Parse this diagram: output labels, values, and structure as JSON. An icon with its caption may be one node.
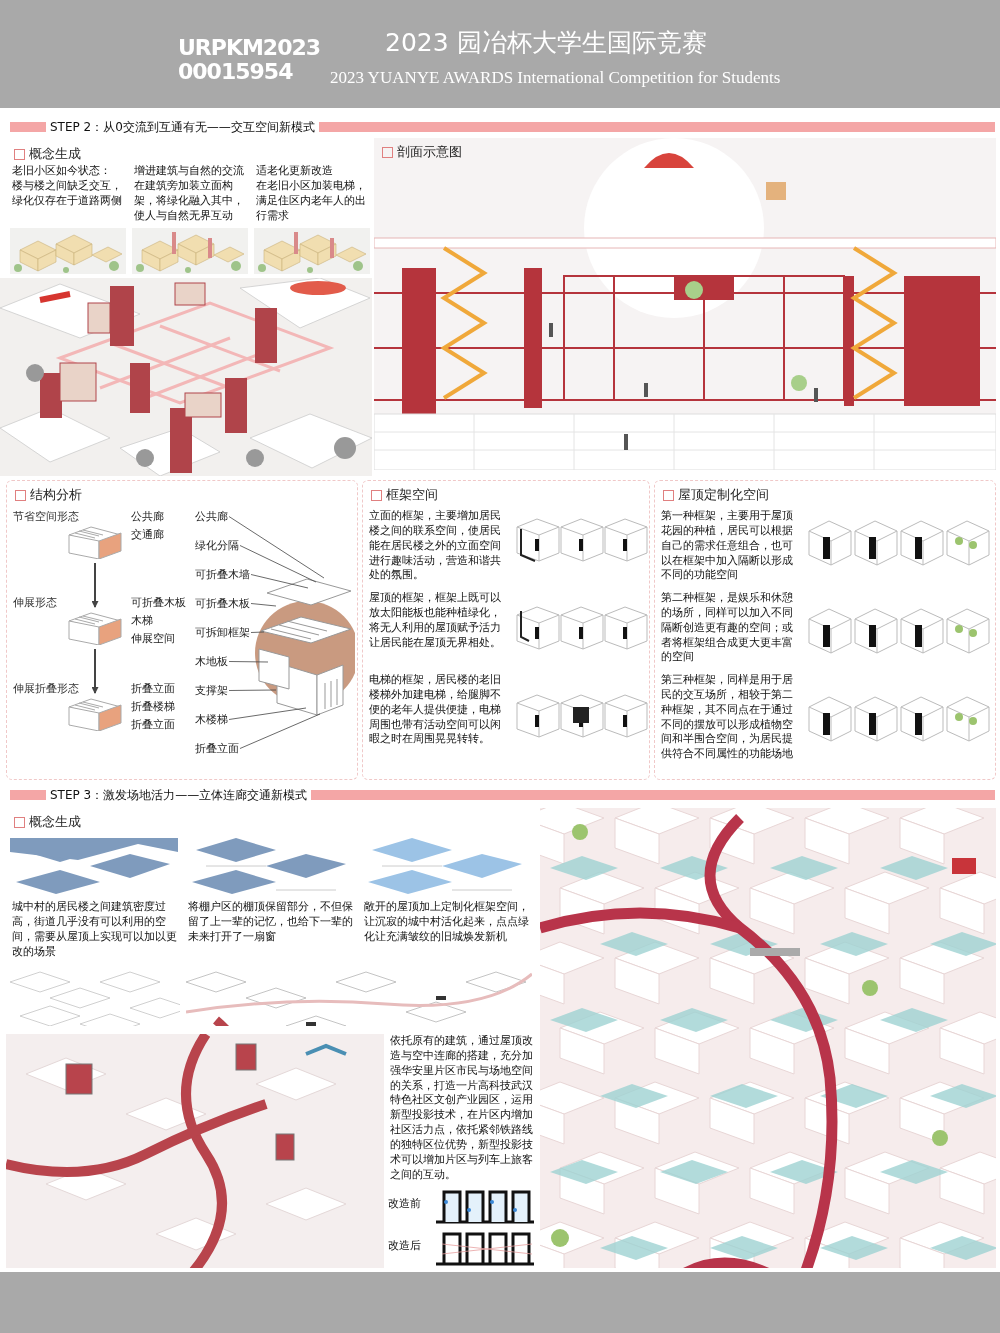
{
  "diagram": {
    "title": "2023 园冶杯大学生国际竞赛",
    "nodes": [
      {
        "text": [
          "STEP 2：从0交流到互通有无——交互空间新模式"
        ]
      },
      {
        "text": [
          "概念生成",
          "老旧小区如今状态：",
          "楼与楼之间缺乏交互，绿化仅存在于道路两侧",
          "增进建筑与自然的交流",
          "在建筑旁加装立面构架，将绿化融入其中，使人与自然无界互动",
          "适老化更新改造",
          "在老旧小区加装电梯，满足住区内老年人的出行需求"
        ]
      },
      {
        "text": [
          "剖面示意图"
        ]
      },
      {
        "text": [
          "结构分析"
        ]
      },
      {
        "text": [
          "节省空间形态"
        ],
        "in": 3,
        "beside": [
          "公共廊",
          "交通廊"
        ]
      },
      {
        "text": [
          "伸展形态"
        ],
        "in": 3,
        "beside": [
          "可折叠木板",
          "木梯",
          "伸展空间"
        ]
      },
      {
        "text": [
          "伸展折叠形态"
        ],
        "in": 3,
        "beside": [
          "折叠立面",
          "折叠楼梯",
          "折叠立面"
        ]
      },
      {
        "text": [
          "公共廊"
        ],
        "in": 3
      },
      {
        "text": [
          "绿化分隔"
        ],
        "in": 3
      },
      {
        "text": [
          "可折叠木墙"
        ],
        "in": 3
      },
      {
        "text": [
          "可折叠木板"
        ],
        "in": 3
      },
      {
        "text": [
          "可拆卸框架"
        ],
        "in": 3
      },
      {
        "text": [
          "木地板"
        ],
        "in": 3
      },
      {
        "text": [
          "支撑架"
        ],
        "in": 3
      },
      {
        "text": [
          "木楼梯"
        ],
        "in": 3
      },
      {
        "text": [
          "折叠立面"
        ],
        "in": 3
      },
      {
        "text": [
          "框架空间",
          "立面的框架，主要增加居民楼之间的联系空间，使居民能在居民楼之外的立面空间进行趣味活动，营造和谐共处的氛围。",
          "屋顶的框架，框架上既可以放太阳能板也能种植绿化，将无人利用的屋顶赋予活力让居民能在屋顶无界相处。",
          "电梯的框架，居民楼的老旧楼梯外加建电梯，给腿脚不便的老年人提供便捷，电梯周围也带有活动空间可以闲暇之时在周围晃晃转转。"
        ]
      },
      {
        "text": [
          "屋顶定制化空间",
          "第一种框架，主要用于屋顶花园的种植，居民可以根据自己的需求任意组合，也可以在框架中加入隔断以形成不同的功能空间",
          "第二种框架，是娱乐和休憩的场所，同样可以加入不同隔断创造更有趣的空间；或者将框架组合成更大更丰富的空间",
          "第三种框架，同样是用于居民的交互场所，相较于第二种框架，其不同点在于通过不同的摆放可以形成植物空间和半围合空间，为居民提供符合不同属性的功能场地"
        ]
      },
      {
        "text": [
          "STEP 3：激发场地活力——立体连廊交通新模式"
        ]
      },
      {
        "text": [
          "概念生成",
          "城中村的居民楼之间建筑密度过高，街道几乎没有可以利用的空间，需要从屋顶上实现可以加以更改的场景",
          "将棚户区的棚顶保留部分，不但保留了上一辈的记忆，也给下一辈的未来打开了一扇窗",
          "敞开的屋顶加上定制化框架空间，让沉寂的城中村活化起来，点点绿化让充满皱纹的旧城焕发新机"
        ]
      }
    ],
    "edges": [
      {
        "from": 4,
        "to": 5,
        "arrow": "to"
      },
      {
        "from": 5,
        "to": 6,
        "arrow": "to"
      },
      {
        "from": 7,
        "to": null,
        "arrow": "none"
      },
      {
        "from": 8,
        "to": null,
        "arrow": "none"
      },
      {
        "from": 9,
        "to": null,
        "arrow": "none"
      },
      {
        "from": 10,
        "to": null,
        "arrow": "none"
      },
      {
        "from": 11,
        "to": null,
        "arrow": "none"
      },
      {
        "from": 12,
        "to": null,
        "arrow": "none"
      },
      {
        "from": 13,
        "to": null,
        "arrow": "none"
      },
      {
        "from": 14,
        "to": null,
        "arrow": "none"
      },
      {
        "from": 15,
        "to": null,
        "arrow": "none"
      }
    ],
    "labels": [
      "2023 YUANYE AWARDS International Competition for Students",
      "URPKM2023 00015954",
      "依托原有的建筑，通过屋顶改造与空中连廊的搭建，充分加强华安里片区市民与场地空间的关系，打造一片高科技武汉特色社区文创产业园区，运用新型投影技术，在片区内增加社区活力点，依托紧邻铁路线的独特区位优势，新型投影技术可以增加片区与列车上旅客之间的互动。",
      "改造前",
      "改造后"
    ]
  }
}
